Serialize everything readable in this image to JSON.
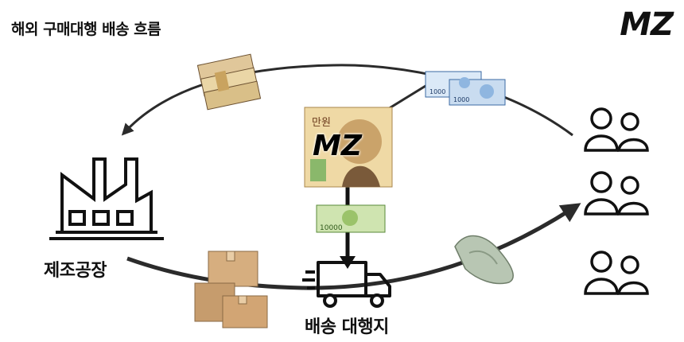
{
  "header": {
    "title": "해외 구매대행 배송 흐름",
    "brand": "MZ"
  },
  "nodes": {
    "factory_label": "제조공장",
    "agent_label": "배송 대행지",
    "bill_overlay_brand": "MZ"
  },
  "banknotes": {
    "small_note_value": "10000",
    "blue_note_value": "1000",
    "large_note_text": "만원"
  },
  "colors": {
    "arrow": "#2b2b2b",
    "note_green": "#9bc36a",
    "note_blue": "#8fb6e0",
    "box_brown": "#c69c6d"
  }
}
